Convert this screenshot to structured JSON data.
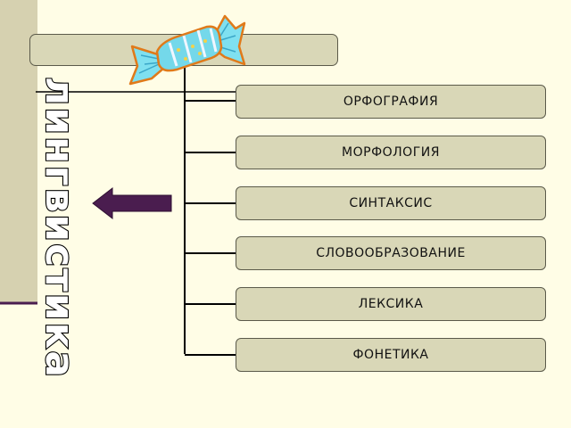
{
  "vertical_title": "лингвистика",
  "title_box": {
    "text": ""
  },
  "branches": [
    {
      "id": "orthography",
      "label": "ОРФОГРАФИЯ"
    },
    {
      "id": "morphology",
      "label": "МОРФОЛОГИЯ"
    },
    {
      "id": "syntax",
      "label": "СИНТАКСИС"
    },
    {
      "id": "word-formation",
      "label": "СЛОВООБРАЗОВАНИЕ"
    },
    {
      "id": "lexicon",
      "label": "ЛЕКСИКА"
    },
    {
      "id": "phonetics",
      "label": "ФОНЕТИКА"
    }
  ],
  "colors": {
    "background": "#fffde6",
    "sidebar": "#d6d1b0",
    "box_fill": "#d9d7b7",
    "box_border": "#5b5a4a",
    "arrow": "#4a1d4f",
    "title_text": "#ffffff",
    "title_outline": "#000000"
  },
  "icons": {
    "candy": "candy-icon",
    "arrow": "left-arrow-icon"
  }
}
